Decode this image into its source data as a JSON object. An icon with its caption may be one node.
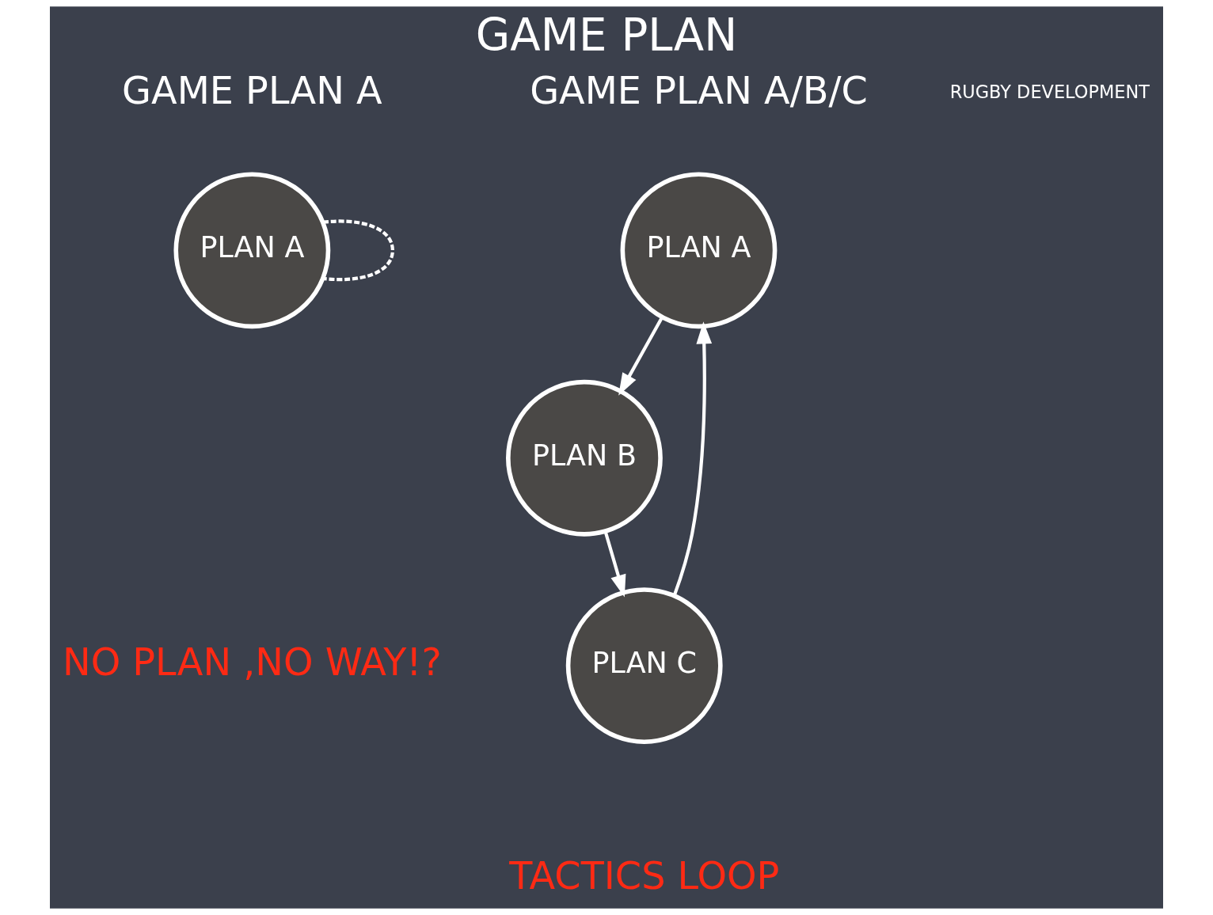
{
  "diagram": {
    "title": "GAME PLAN",
    "nodes": [
      {
        "text": [
          "PLAN A"
        ]
      },
      {
        "text": [
          "PLAN A"
        ]
      },
      {
        "text": [
          "PLAN B"
        ]
      },
      {
        "text": [
          "PLAN C"
        ]
      }
    ],
    "edges": [
      {
        "from": 0,
        "to": 0,
        "arrow": "none",
        "style": "dashed"
      },
      {
        "from": 1,
        "to": 2,
        "arrow": "to"
      },
      {
        "from": 2,
        "to": 3,
        "arrow": "to"
      },
      {
        "from": 3,
        "to": 1,
        "arrow": "to"
      }
    ],
    "labels": [
      "RUGBY DEVELOPMENT",
      "GAME PLAN A",
      "GAME PLAN A/B/C",
      "NO PLAN ,NO WAY!?",
      "TACTICS LOOP"
    ]
  }
}
